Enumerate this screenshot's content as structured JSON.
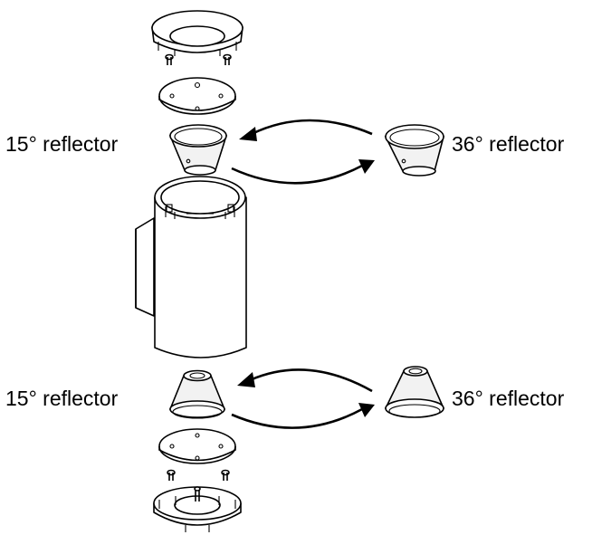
{
  "labels": {
    "top_left": "15° reflector",
    "top_right": "36° reflector",
    "bottom_left": "15° reflector",
    "bottom_right": "36° reflector"
  },
  "colors": {
    "line": "#000000",
    "background": "#ffffff",
    "shade": "#f2f2f2"
  }
}
